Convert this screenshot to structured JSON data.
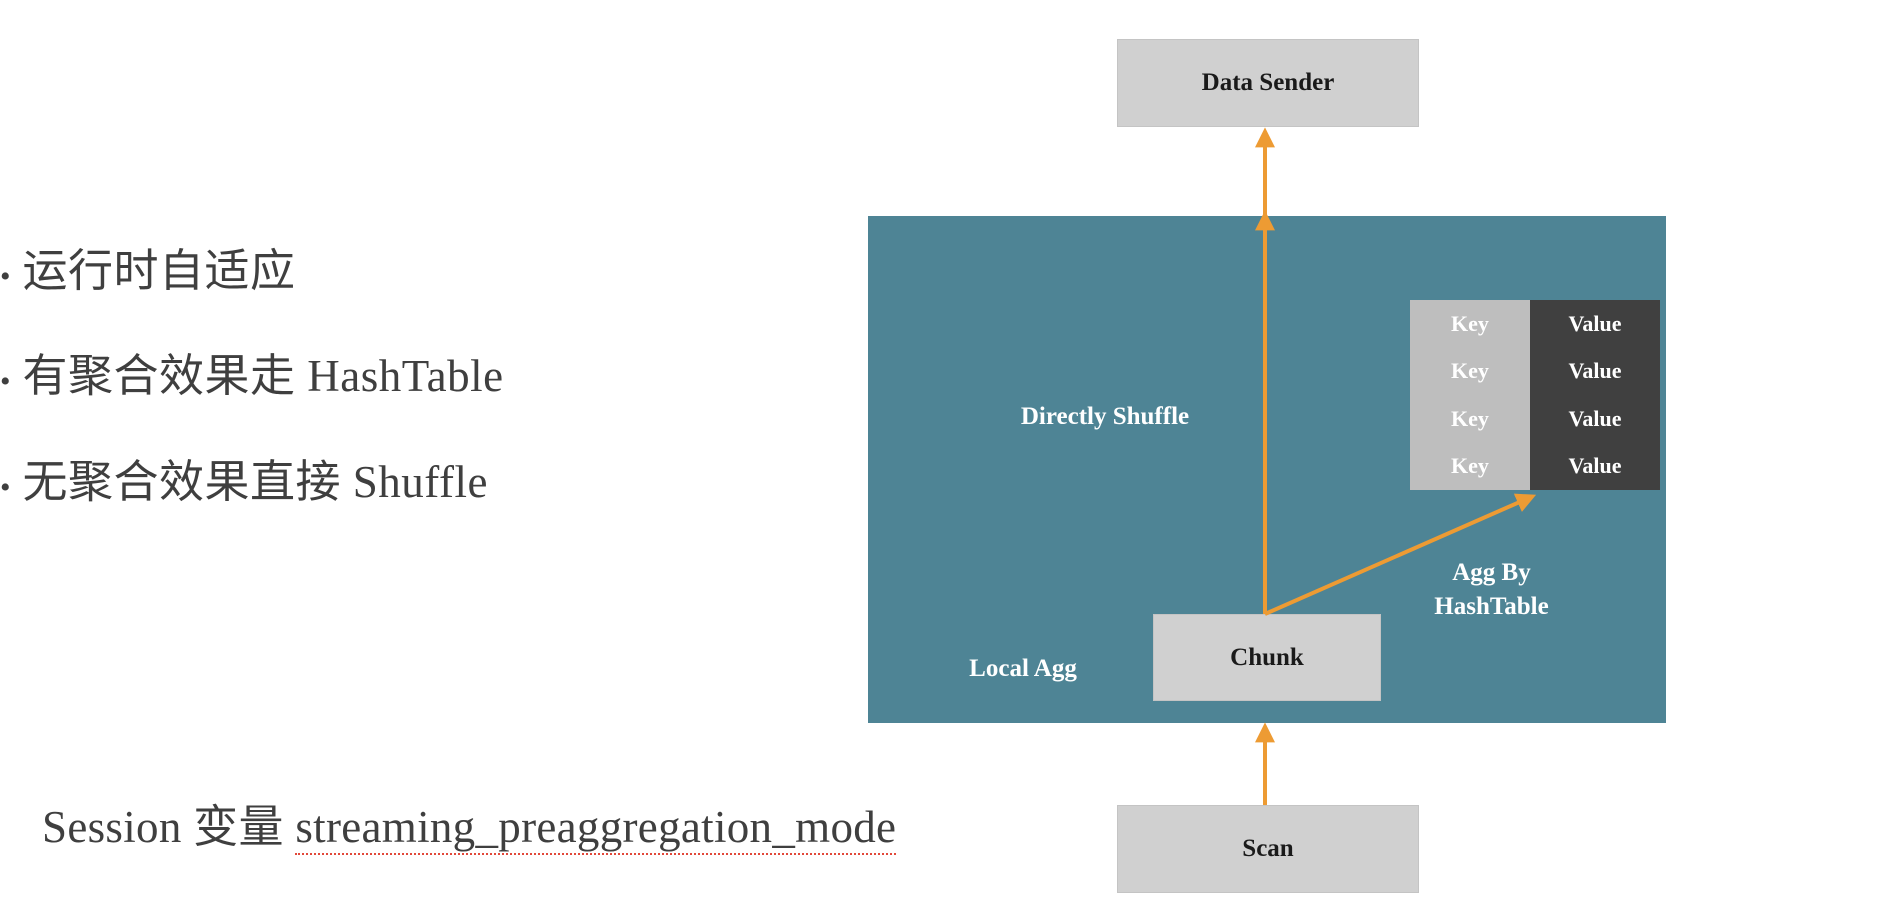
{
  "slide": {
    "background_color": "#FFFFFF",
    "bullets": [
      {
        "marker": "•",
        "text": "运行时自适应"
      },
      {
        "marker": "•",
        "text": "有聚合效果走 HashTable"
      },
      {
        "marker": "•",
        "text": "无聚合效果直接 Shuffle"
      }
    ],
    "session_note": {
      "prefix": "Session 变量 ",
      "variable": "streaming_preaggregation_mode",
      "spellcheck_underline_color": "#E2483A"
    }
  },
  "diagram": {
    "colors": {
      "panel": "#4E8495",
      "box": "#D0D0D0",
      "arrow": "#ED9B33",
      "key_column": "#BEBEBE",
      "value_column": "#404040",
      "box_text": "#1A1A1A",
      "panel_text": "#FFFFFF"
    },
    "boxes": {
      "data_sender": "Data Sender",
      "chunk": "Chunk",
      "scan": "Scan"
    },
    "panel_labels": {
      "directly_shuffle": "Directly Shuffle",
      "local_agg": "Local Agg",
      "agg_by_hashtable_line1": "Agg By",
      "agg_by_hashtable_line2": "HashTable"
    },
    "hashtable": {
      "key_label": "Key",
      "value_label": "Value",
      "rows": [
        {
          "key": "Key",
          "value": "Value"
        },
        {
          "key": "Key",
          "value": "Value"
        },
        {
          "key": "Key",
          "value": "Value"
        },
        {
          "key": "Key",
          "value": "Value"
        }
      ]
    },
    "arrows": [
      {
        "name": "scan-to-panel",
        "from": "Scan",
        "to": "Local Agg panel"
      },
      {
        "name": "chunk-to-data-sender",
        "from": "Chunk",
        "to": "Data Sender"
      },
      {
        "name": "chunk-to-hashtable",
        "from": "Chunk",
        "to": "Agg By HashTable"
      }
    ]
  }
}
